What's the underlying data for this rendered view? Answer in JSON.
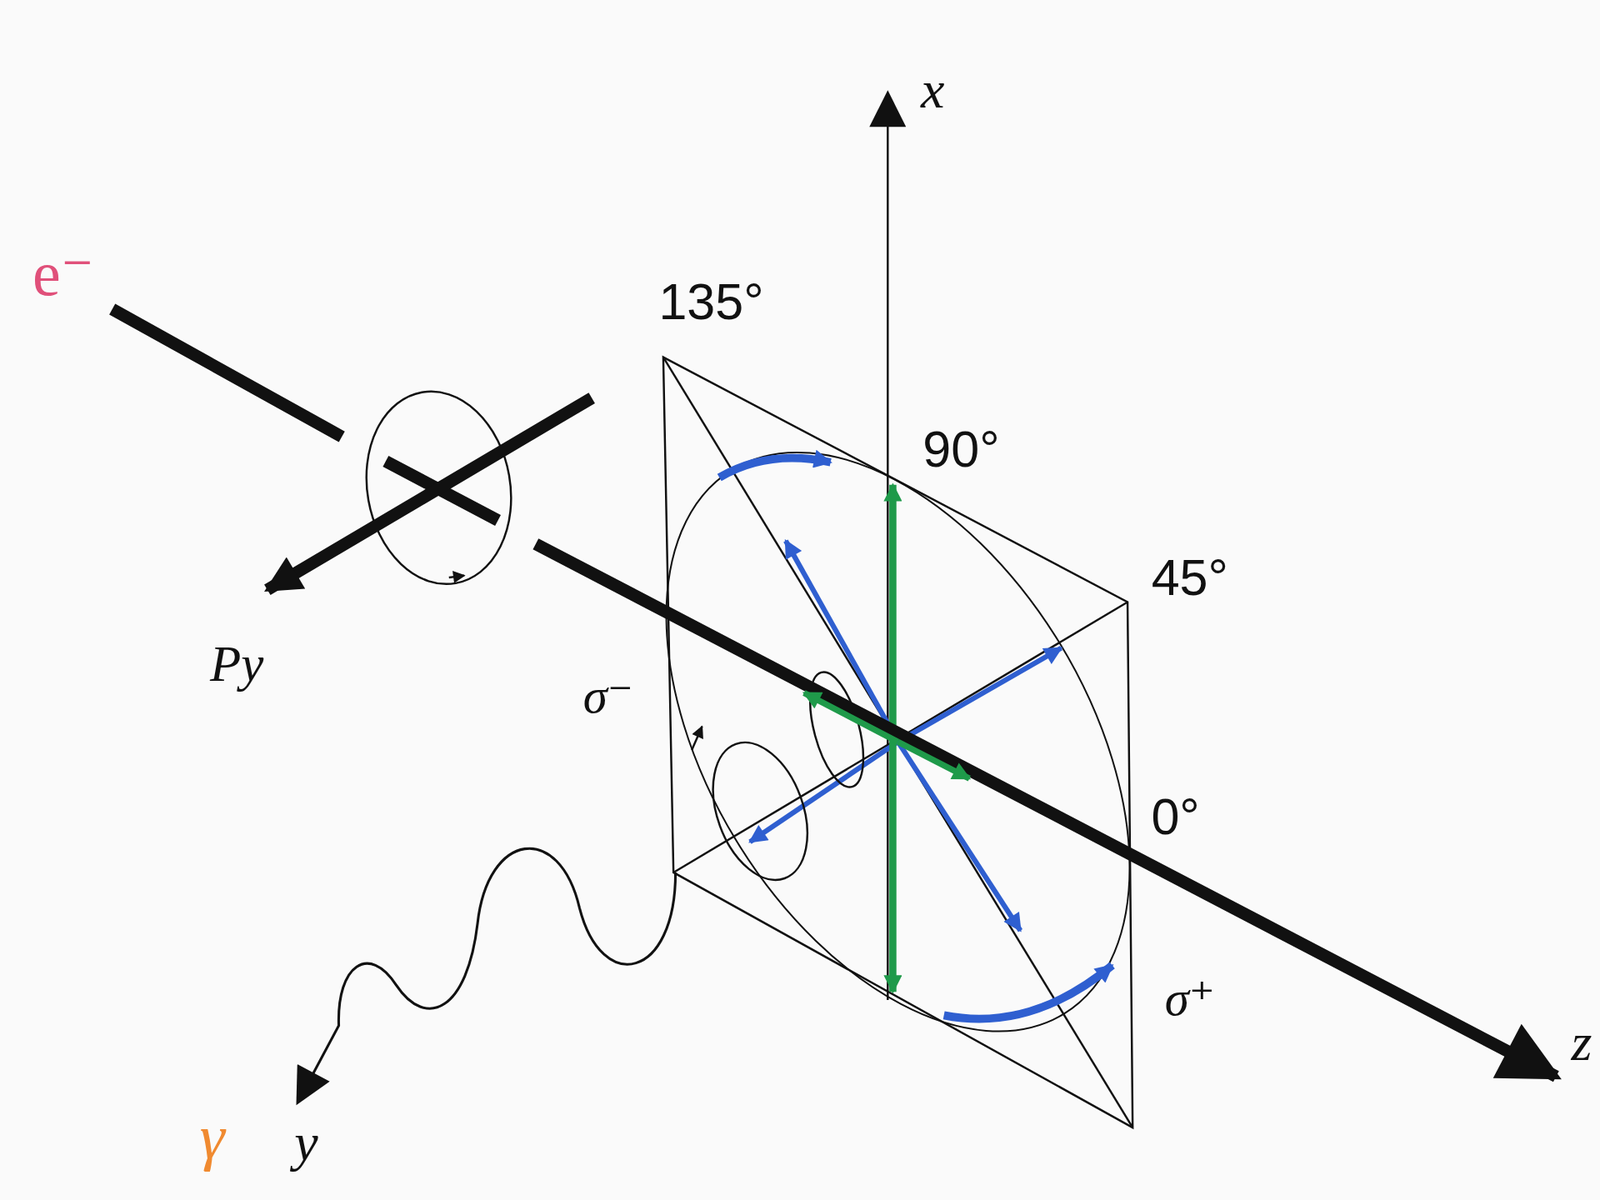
{
  "diagram": {
    "labels": [
      "e⁻",
      "x",
      "135°",
      "90°",
      "45°",
      "0°",
      "Py",
      "σ⁻",
      "σ⁺",
      "γ",
      "y",
      "z"
    ]
  }
}
